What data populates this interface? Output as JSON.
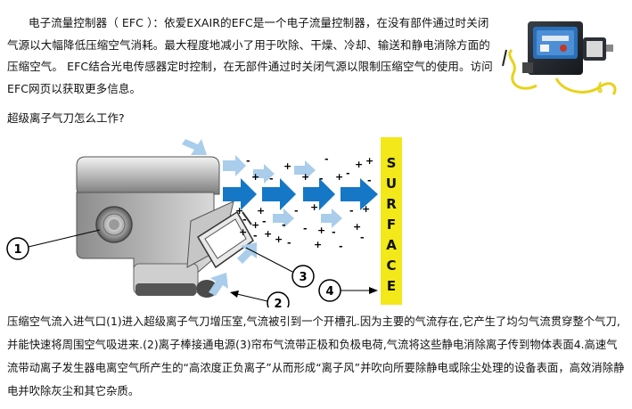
{
  "intro_text": "电子流量控制器（ EFC ）：依爱EXAIR的EFC是一个电子流量控制器，在没有部件通过时关闭气源以大幅降低压缩空气消耗。最大程度地减小了用于吹除、干燥、冷却、输送和静电消除方面的压缩空气。 EFC结合光电传感器定时控制，在无部件通过时关闭气源以限制压缩空气的使用。访问EFC网页以获取更多信息。",
  "question": "超级离子气刀怎么工作?",
  "diagram": {
    "surface_letters": [
      "S",
      "U",
      "R",
      "F",
      "A",
      "C",
      "E"
    ],
    "callouts": [
      "1",
      "2",
      "3",
      "4"
    ],
    "charges": [
      "+",
      "-",
      "+",
      "-",
      "+",
      "-",
      "+",
      "-",
      "+",
      "-",
      "+",
      "-",
      "+",
      "-",
      "+",
      "-",
      "+",
      "-",
      "+",
      "-",
      "+",
      "-",
      "+",
      "-",
      "+",
      "-",
      "+",
      "-",
      "+",
      "-",
      "+",
      "-",
      "+",
      "-",
      "+",
      "-"
    ]
  },
  "explanation": "压缩空气流入进气口(1)进入超级离子气刀增压室,气流被引到一个开槽孔.因为主要的气流存在,它产生了均匀气流贯穿整个气刀,并能快速将周围空气吸进来.(2)离子棒接通电源(3)帘布气流带正极和负极电荷,气流将这些静电消除离子传到物体表面4.高速气流带动离子发生器电离空气所产生的“高浓度正负离子”从而形成“离子风”并吹向所要除静电或除尘处理的设备表面，高效消除静电并吹除灰尘和其它杂质。",
  "colors": {
    "surface": "#f2e81a",
    "arrow_dark": "#1577c6",
    "arrow_light": "#a9cdea",
    "product_cable": "#e8d21c"
  }
}
